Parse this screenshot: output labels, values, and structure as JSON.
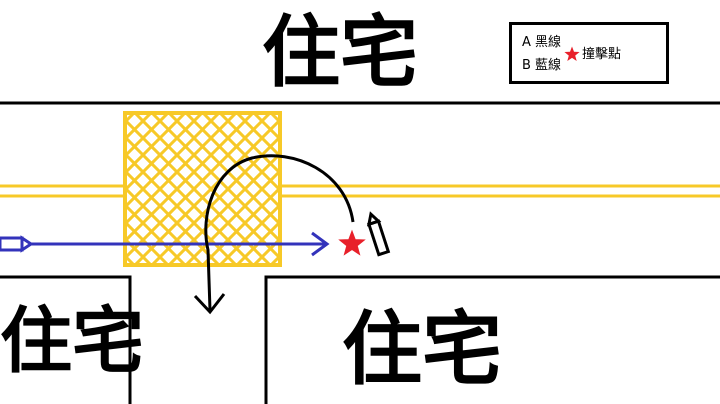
{
  "houses": {
    "top": "住宅",
    "bottom_left": "住宅",
    "bottom_right": "住宅"
  },
  "legend": {
    "line_a": "A 黑線",
    "line_b": "B 藍線",
    "impact": "撞擊點"
  },
  "colors": {
    "road_edge": "#000000",
    "center_line": "#f7c928",
    "crosswalk": "#f7c928",
    "path_a": "#000000",
    "path_b": "#3333bb",
    "impact_star": "#e8202a"
  },
  "icons": {
    "impact": "red-star-icon",
    "vehicle_b": "blue-pencil-car-icon",
    "vehicle_a": "black-pencil-car-icon"
  }
}
